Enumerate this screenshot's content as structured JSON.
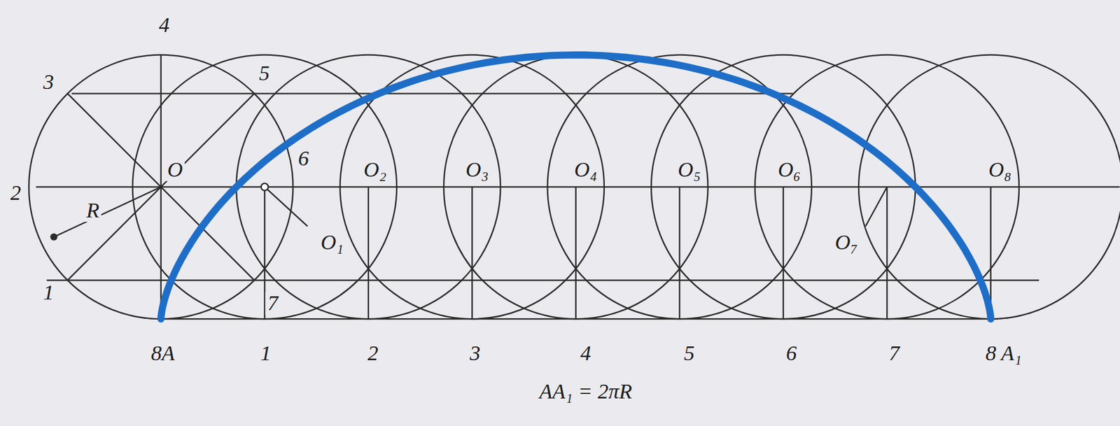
{
  "diagram": {
    "labels": [
      "4",
      "3",
      "5",
      "2",
      "R",
      "O",
      "6",
      "O₁",
      "O₂",
      "O₃",
      "O₄",
      "O₅",
      "O₆",
      "O₇",
      "O₈",
      "1",
      "7",
      "8A",
      "1",
      "2",
      "3",
      "4",
      "5",
      "6",
      "7",
      "8 A₁",
      "AA₁ = 2πR"
    ]
  }
}
